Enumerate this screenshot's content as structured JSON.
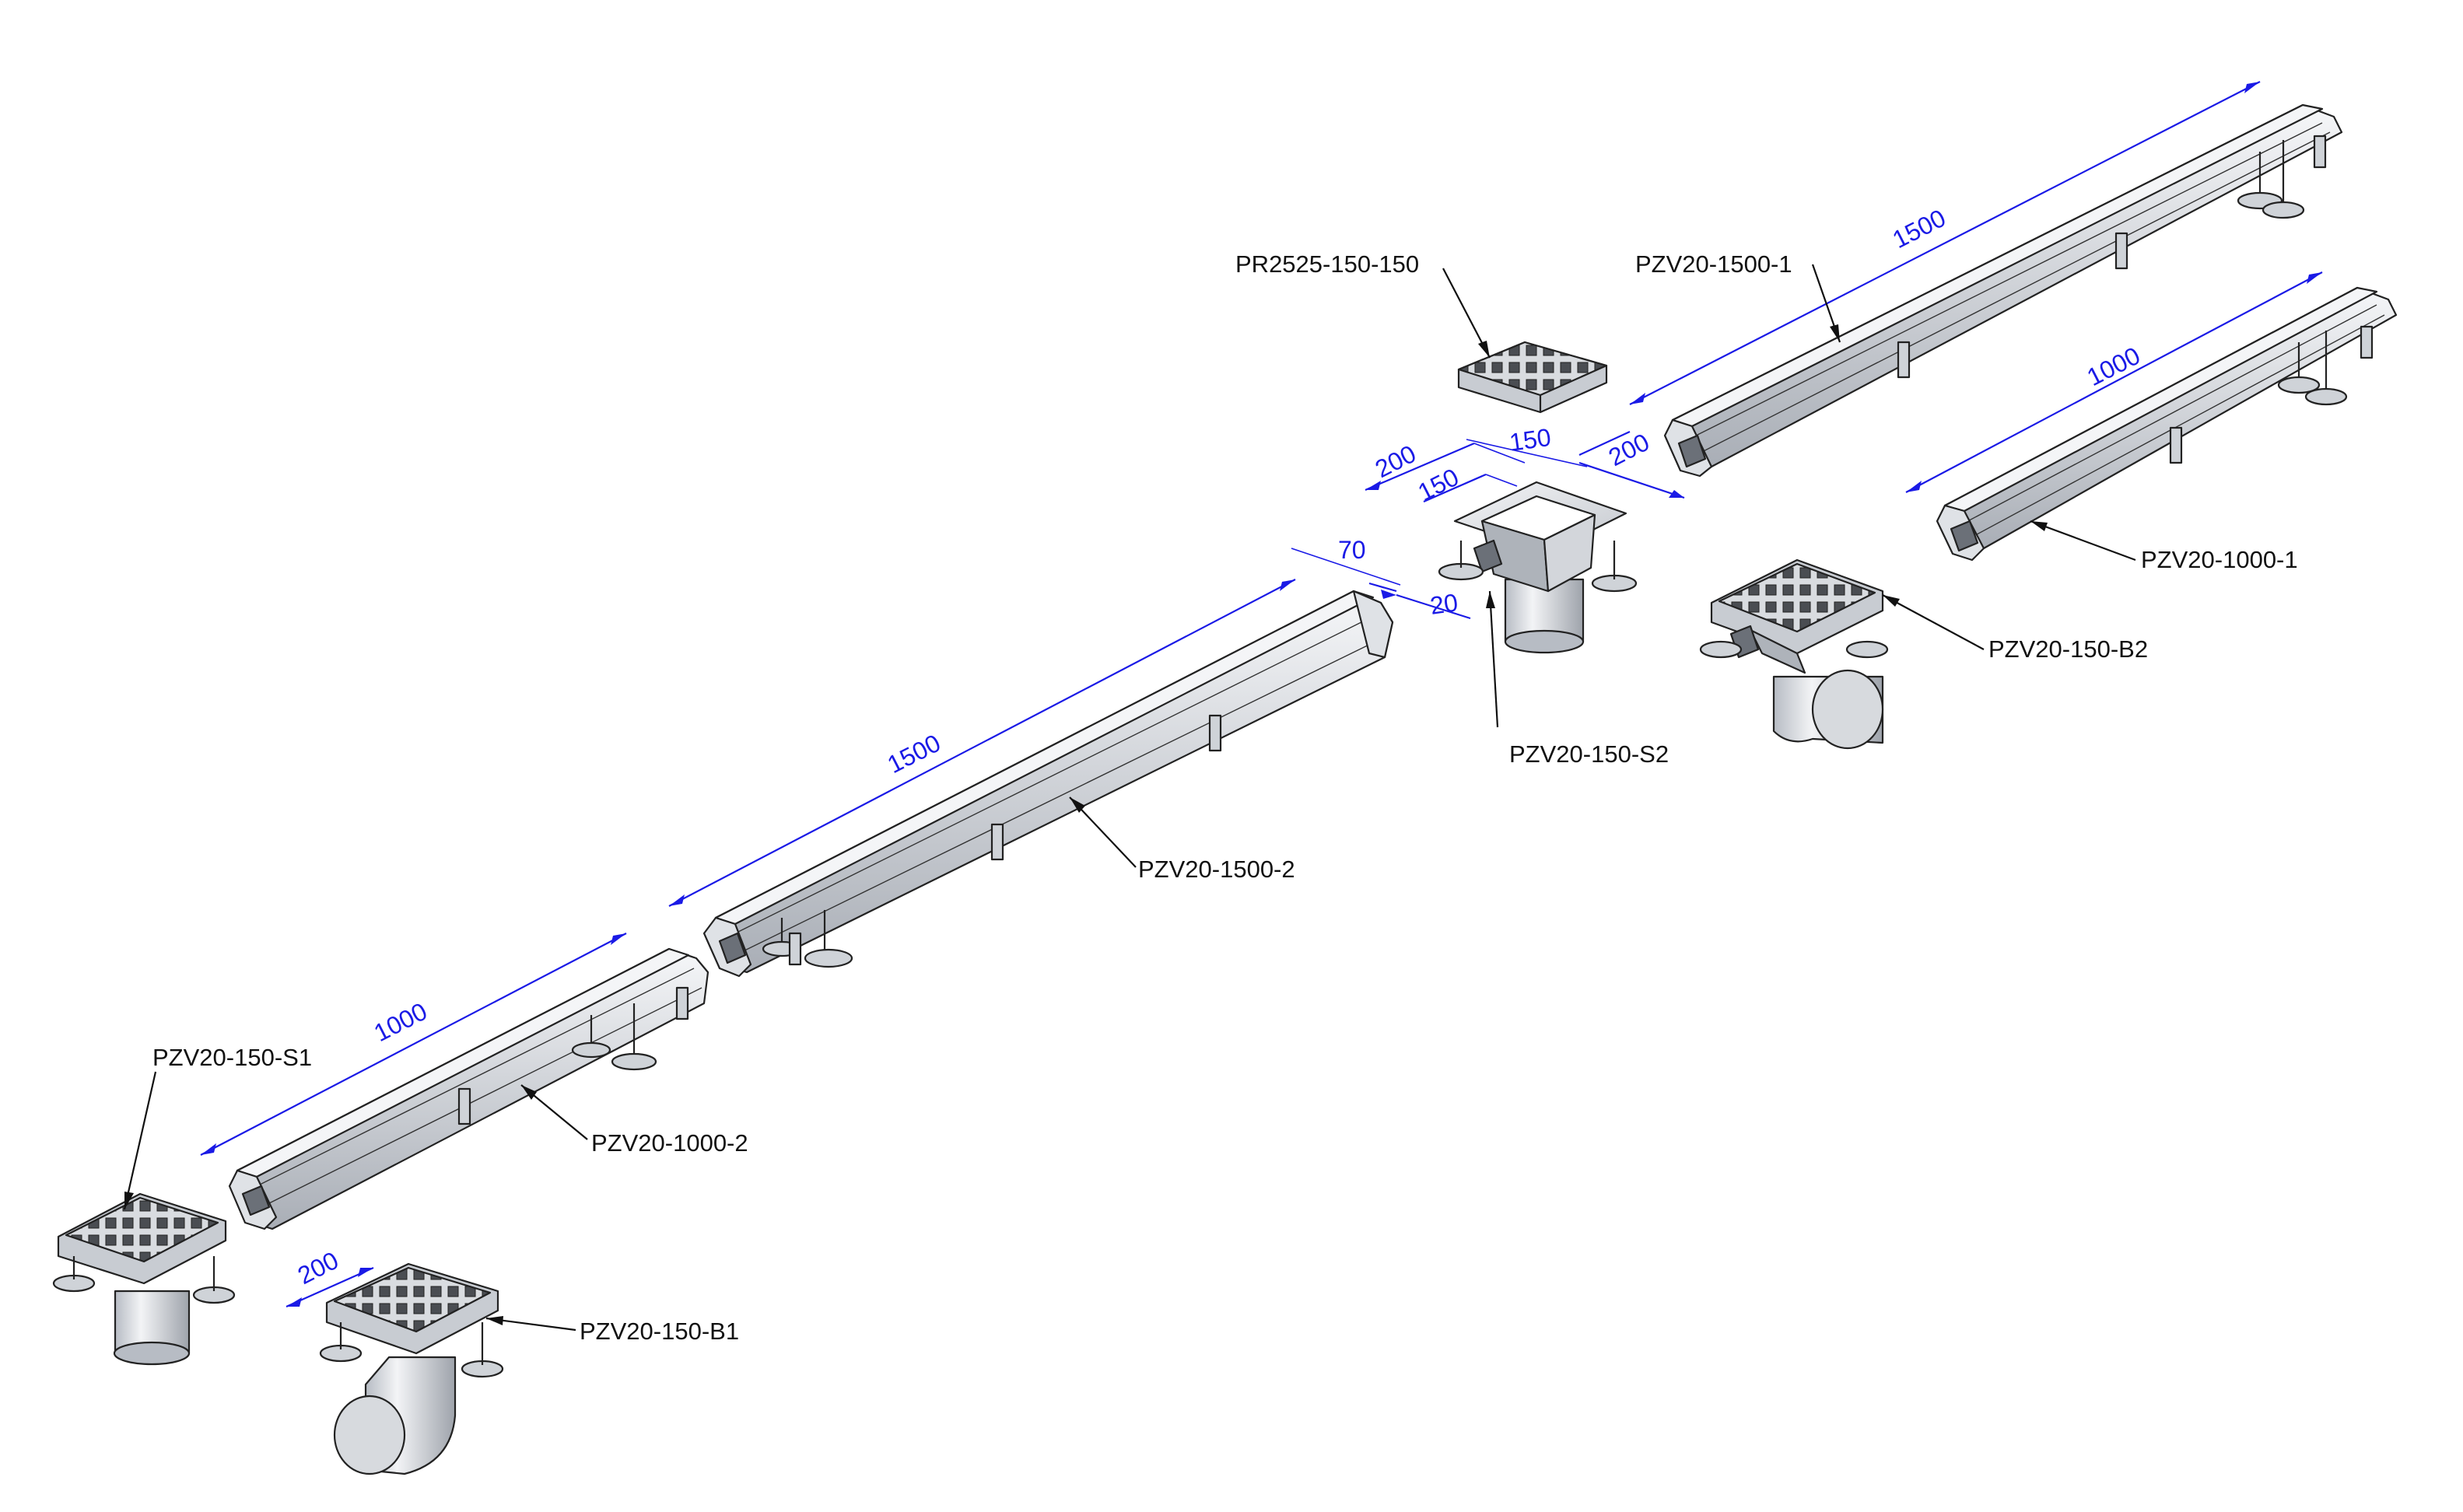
{
  "colors": {
    "dimension": "#1a1ae6",
    "leader": "#111111",
    "metal_light": "#eef0f3",
    "metal_mid": "#c9ccd2",
    "metal_dark": "#9aa0a8",
    "background": "#ffffff"
  },
  "labels": {
    "pr2525": "PR2525-150-150",
    "pzv20_1500_1": "PZV20-1500-1",
    "pzv20_1000_1": "PZV20-1000-1",
    "pzv20_150_b2": "PZV20-150-B2",
    "pzv20_150_s2": "PZV20-150-S2",
    "pzv20_1500_2": "PZV20-1500-2",
    "pzv20_1000_2": "PZV20-1000-2",
    "pzv20_150_s1": "PZV20-150-S1",
    "pzv20_150_b1": "PZV20-150-B1"
  },
  "dimensions": {
    "d1500_top": "1500",
    "d1000_right": "1000",
    "d200_left": "200",
    "d150_inner": "150",
    "d150_top": "150",
    "d200_right": "200",
    "d70": "70",
    "d20": "20",
    "d1500_mid": "1500",
    "d1000_left": "1000",
    "d200_b1": "200"
  }
}
